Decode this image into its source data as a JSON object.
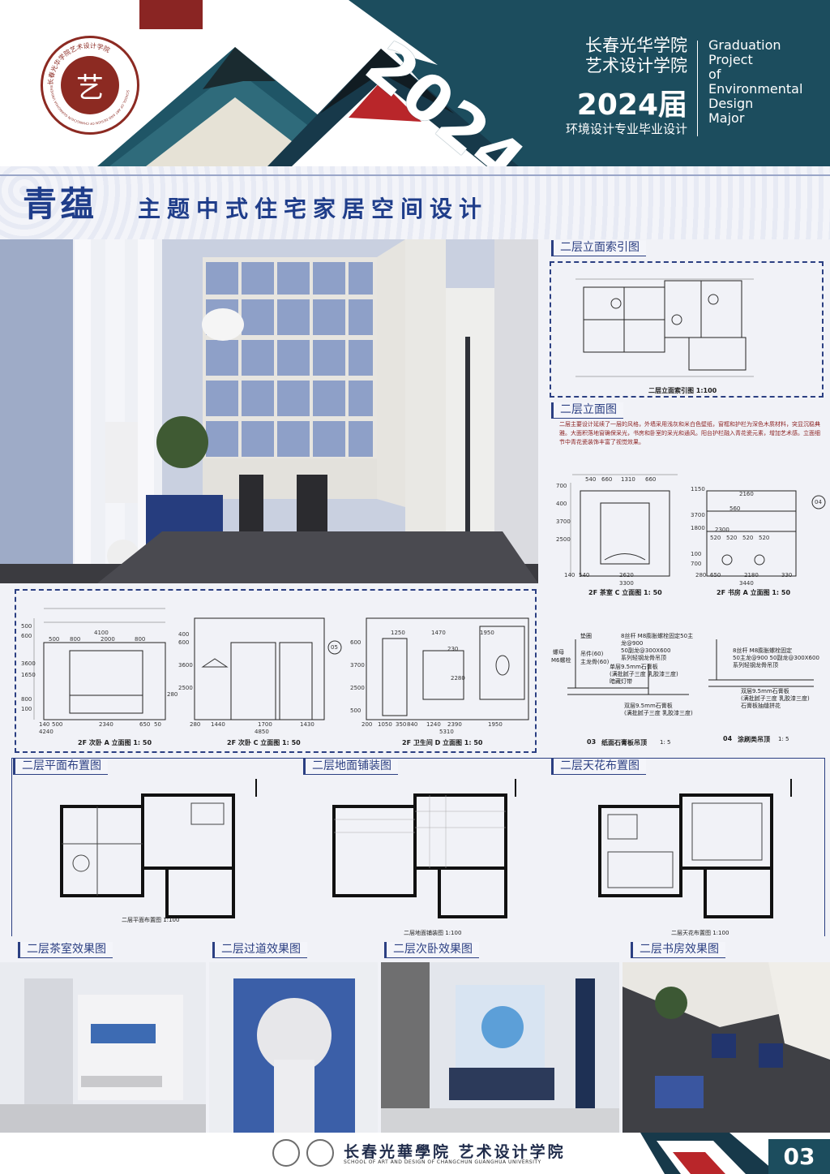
{
  "header": {
    "school_line1": "长春光华学院",
    "school_line2": "艺术设计学院",
    "year_label": "2024届",
    "subtitle": "环境设计专业毕业设计",
    "english_lines": [
      "Graduation",
      "Project",
      "of",
      "Environmental",
      "Design",
      "Major"
    ],
    "big_year": "2024",
    "logo_glyph": "艺",
    "logo_ring_text": "长春光华学院艺术设计学院",
    "logo_ring_text_en": "SCHOOL OF ART AND DESIGN OF CHANGCHUN GUANGHUA UNIVERSITY"
  },
  "title": {
    "main": "青蕴",
    "sub": "主题中式住宅家居空间设计"
  },
  "sections": {
    "elevation_index": "二层立面索引图",
    "elevation": "二层立面图",
    "plan_layout": "二层平面布置图",
    "floor_paving": "二层地面铺装图",
    "ceiling_layout": "二层天花布置图",
    "tea_room": "二层茶室效果图",
    "corridor": "二层过道效果图",
    "bedroom": "二层次卧效果图",
    "study": "二层书房效果图"
  },
  "description": "二层主要设计延续了一层的风格，外墙采用浅灰和米白色壁纸，窗框和护栏为深色木质材料，突显沉稳典雅。大面积落地窗确保采光，书房和卧室的采光和通风。阳台护栏融入青花瓷元素，增加艺术感。立面细节中青花瓷装饰丰富了视觉效果。",
  "drawings": {
    "index_caption": "二层立面索引图 1:100",
    "elev_c_tea": "2F 茶室 C 立面图 1: 50",
    "elev_a_study": "2F 书房 A 立面图 1: 50",
    "elev_a_bed": "2F 次卧 A 立面图 1: 50",
    "elev_c_bed": "2F 次卧 C 立面图 1: 50",
    "elev_d_bath": "2F 卫生间 D 立面图 1: 50",
    "detail_03": "纸面石膏板吊顶",
    "detail_03_num": "03",
    "detail_04": "涂刷类吊顶",
    "detail_04_num": "04",
    "detail_03_scale": "1: 5",
    "detail_04_scale": "1: 5",
    "plan_caption": "二层平面布置图 1:100",
    "paving_caption": "二层地面铺装图 1:100",
    "ceiling_caption": "二层天花布置图 1:100",
    "elev_c_tea_dims": {
      "top": [
        "540",
        "660",
        "1310",
        "660"
      ],
      "bottom": [
        "140",
        "540",
        "2620",
        "3300"
      ],
      "left": [
        "700",
        "400",
        "3700",
        "2500"
      ]
    },
    "elev_a_study_dims": {
      "top": [
        "2160"
      ],
      "mid": [
        "520",
        "520",
        "520",
        "520"
      ],
      "bottom": [
        "280",
        "650",
        "2180",
        "330",
        "3440"
      ],
      "left": [
        "1150",
        "3700",
        "1800",
        "100",
        "700"
      ],
      "callout": "04",
      "side": [
        "560",
        "2300"
      ]
    },
    "elev_a_bed_dims": {
      "top": [
        "4100"
      ],
      "mid": [
        "500",
        "800",
        "2000",
        "800"
      ],
      "bottom": [
        "140",
        "500",
        "2340",
        "650",
        "50",
        "4240"
      ],
      "left": [
        "500",
        "600",
        "3600",
        "1650",
        "800",
        "100"
      ],
      "right": "280"
    },
    "elev_c_bed_dims": {
      "bottom": [
        "280",
        "1440",
        "1700",
        "1430",
        "4850"
      ],
      "left": [
        "400",
        "600",
        "3600",
        "2500"
      ],
      "callout": "05"
    },
    "elev_d_bath_dims": {
      "top": [
        "1250",
        "1470",
        "1950"
      ],
      "bottom": [
        "200",
        "1050",
        "350",
        "840",
        "1240",
        "2390",
        "1950",
        "5310"
      ],
      "left": [
        "600",
        "3700",
        "2500",
        "500"
      ],
      "mid": [
        "230",
        "2280"
      ]
    },
    "detail_03_notes": [
      "8丝杆 M8膨胀螺栓固定50主龙@900",
      "50副龙@300X600",
      "系列轻钢龙骨吊顶",
      "单层9.5mm石膏板",
      "(满批腻子三度 乳胶漆三度)",
      "暗藏灯带",
      "双层9.5mm石膏板",
      "(满批腻子三度 乳胶漆三度)"
    ],
    "detail_03_labels": [
      "垫圈",
      "吊件(60)",
      "主龙骨(60)",
      "M6螺栓",
      "螺母"
    ],
    "detail_04_notes": [
      "8丝杆 M8膨胀螺栓固定",
      "50主龙@900 50副龙@300X600",
      "系列轻钢龙骨吊顶",
      "双层9.5mm石膏板",
      "(满批腻子三度 乳胶漆三度)",
      "石膏板抽缝拼花"
    ]
  },
  "footer": {
    "name": "长春光華學院 艺术设计学院",
    "english": "SCHOOL OF ART AND DESIGN OF CHANGCHUN GUANGHUA UNIVERSITY",
    "page": "03"
  },
  "colors": {
    "brand_teal": "#1c4d5e",
    "brand_red": "#8c2a22",
    "accent_blue": "#2b3f82"
  }
}
